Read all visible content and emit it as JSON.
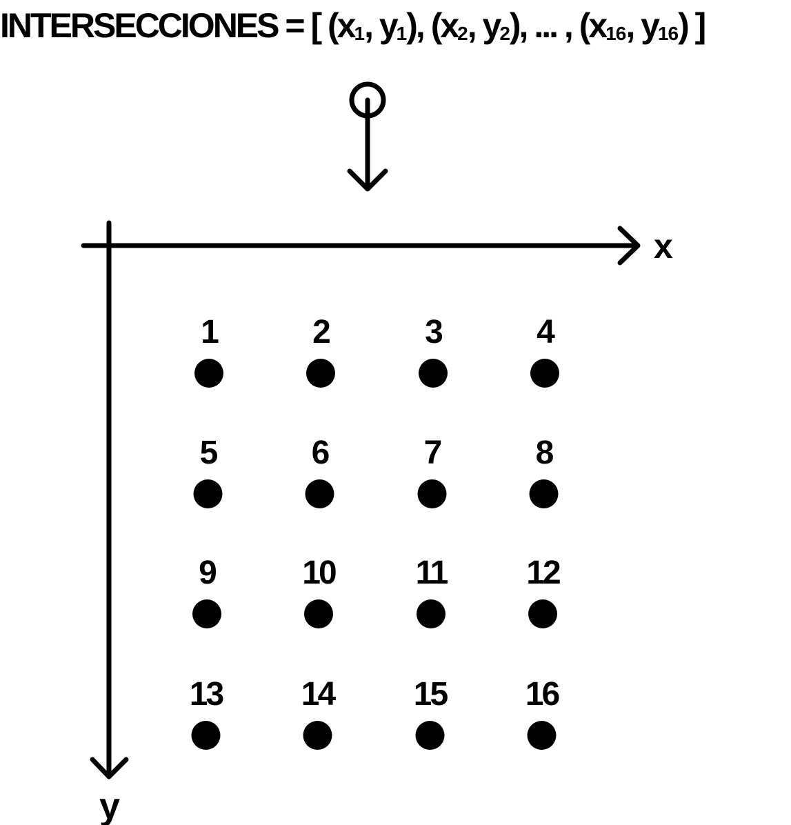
{
  "title": {
    "prefix": "INTERSECCIONES = [ ",
    "items": [
      {
        "open": "(x",
        "sub_x": "1",
        "mid": ", y",
        "sub_y": "1",
        "close": "), "
      },
      {
        "open": "(x",
        "sub_x": "2",
        "mid": ", y",
        "sub_y": "2",
        "close": "), ... , "
      },
      {
        "open": "(x",
        "sub_x": "16",
        "mid": ", y",
        "sub_y": "16",
        "close": ") ]"
      }
    ]
  },
  "axes": {
    "x_label": "x",
    "y_label": "y"
  },
  "points": [
    {
      "label": "1",
      "row": 0,
      "col": 0
    },
    {
      "label": "2",
      "row": 0,
      "col": 1
    },
    {
      "label": "3",
      "row": 0,
      "col": 2
    },
    {
      "label": "4",
      "row": 0,
      "col": 3
    },
    {
      "label": "5",
      "row": 1,
      "col": 0
    },
    {
      "label": "6",
      "row": 1,
      "col": 1
    },
    {
      "label": "7",
      "row": 1,
      "col": 2
    },
    {
      "label": "8",
      "row": 1,
      "col": 3
    },
    {
      "label": "9",
      "row": 2,
      "col": 0
    },
    {
      "label": "10",
      "row": 2,
      "col": 1
    },
    {
      "label": "11",
      "row": 2,
      "col": 2
    },
    {
      "label": "12",
      "row": 2,
      "col": 3
    },
    {
      "label": "13",
      "row": 3,
      "col": 0
    },
    {
      "label": "14",
      "row": 3,
      "col": 1
    },
    {
      "label": "15",
      "row": 3,
      "col": 2
    },
    {
      "label": "16",
      "row": 3,
      "col": 3
    }
  ],
  "icons": {
    "scan_start": "circle-with-arrow-down-icon"
  },
  "colors": {
    "ink": "#000000",
    "background": "#ffffff"
  }
}
